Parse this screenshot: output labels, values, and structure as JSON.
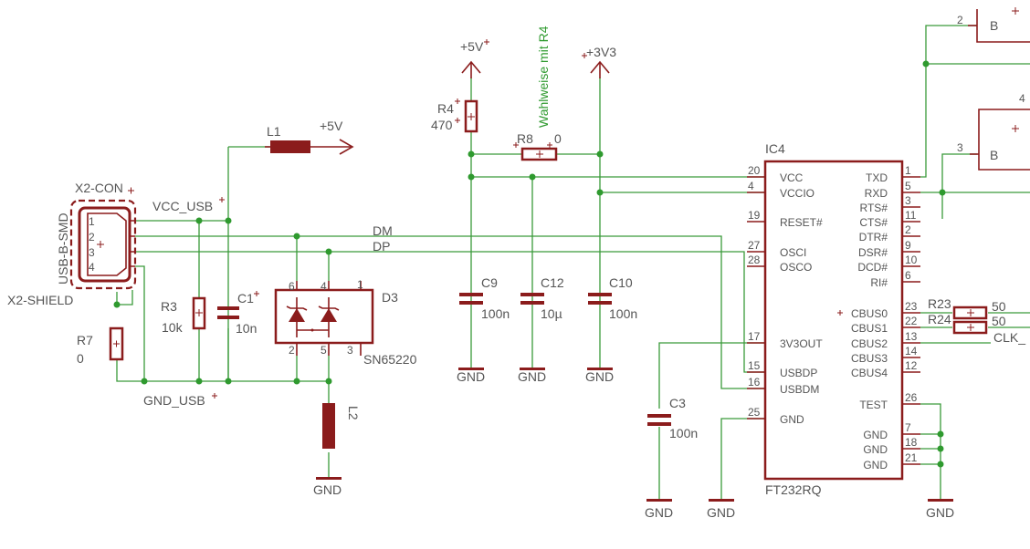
{
  "labels": {
    "vcc5_top": "+5V",
    "vcc3v3": "+3V3",
    "vcc5_l1": "+5V",
    "wahlweise": "Wahlweise mit R4",
    "r4": "R4",
    "r4_val": "470",
    "r8": "R8",
    "r8_val": "0",
    "l1": "L1",
    "x2con": "X2-CON",
    "usb_smd": "USB-B-SMD",
    "vcc_usb": "VCC_USB",
    "x2shield": "X2-SHIELD",
    "r3": "R3",
    "r3_val": "10k",
    "c1": "C1",
    "c1_val": "10n",
    "r7": "R7",
    "r7_val": "0",
    "gnd_usb": "GND_USB",
    "dm": "DM",
    "dp": "DP",
    "d3": "D3",
    "sn": "SN65220",
    "l2": "L2",
    "c9": "C9",
    "c9_val": "100n",
    "c12": "C12",
    "c12_val": "10µ",
    "c10": "C10",
    "c10_val": "100n",
    "c3": "C3",
    "c3_val": "100n",
    "ic4": "IC4",
    "ft": "FT232RQ",
    "r23": "R23",
    "r24": "R24",
    "r23_val": "50",
    "r24_val": "50",
    "clk": "CLK_",
    "b1": "B",
    "b2": "B",
    "n2": "2",
    "n3": "3",
    "n4": "4",
    "gnd": "GND",
    "conn_pins": [
      "1",
      "2",
      "3",
      "4"
    ],
    "d3_pins": [
      "6",
      "4",
      "1",
      "2",
      "5",
      "3"
    ]
  },
  "ic_left_pins": [
    {
      "num": "20",
      "name": "VCC"
    },
    {
      "num": "4",
      "name": "VCCIO"
    },
    {
      "num": "19",
      "name": "RESET#"
    },
    {
      "num": "27",
      "name": "OSCI"
    },
    {
      "num": "28",
      "name": "OSCO"
    },
    {
      "num": "17",
      "name": "3V3OUT"
    },
    {
      "num": "15",
      "name": "USBDP"
    },
    {
      "num": "16",
      "name": "USBDM"
    },
    {
      "num": "25",
      "name": "GND"
    }
  ],
  "ic_right_pins": [
    {
      "num": "1",
      "name": "TXD"
    },
    {
      "num": "5",
      "name": "RXD"
    },
    {
      "num": "3",
      "name": "RTS#"
    },
    {
      "num": "11",
      "name": "CTS#"
    },
    {
      "num": "2",
      "name": "DTR#"
    },
    {
      "num": "9",
      "name": "DSR#"
    },
    {
      "num": "10",
      "name": "DCD#"
    },
    {
      "num": "6",
      "name": "RI#"
    },
    {
      "num": "23",
      "name": "CBUS0"
    },
    {
      "num": "22",
      "name": "CBUS1"
    },
    {
      "num": "13",
      "name": "CBUS2"
    },
    {
      "num": "14",
      "name": "CBUS3"
    },
    {
      "num": "12",
      "name": "CBUS4"
    },
    {
      "num": "26",
      "name": "TEST"
    },
    {
      "num": "7",
      "name": "GND"
    },
    {
      "num": "18",
      "name": "GND"
    },
    {
      "num": "21",
      "name": "GND"
    }
  ]
}
